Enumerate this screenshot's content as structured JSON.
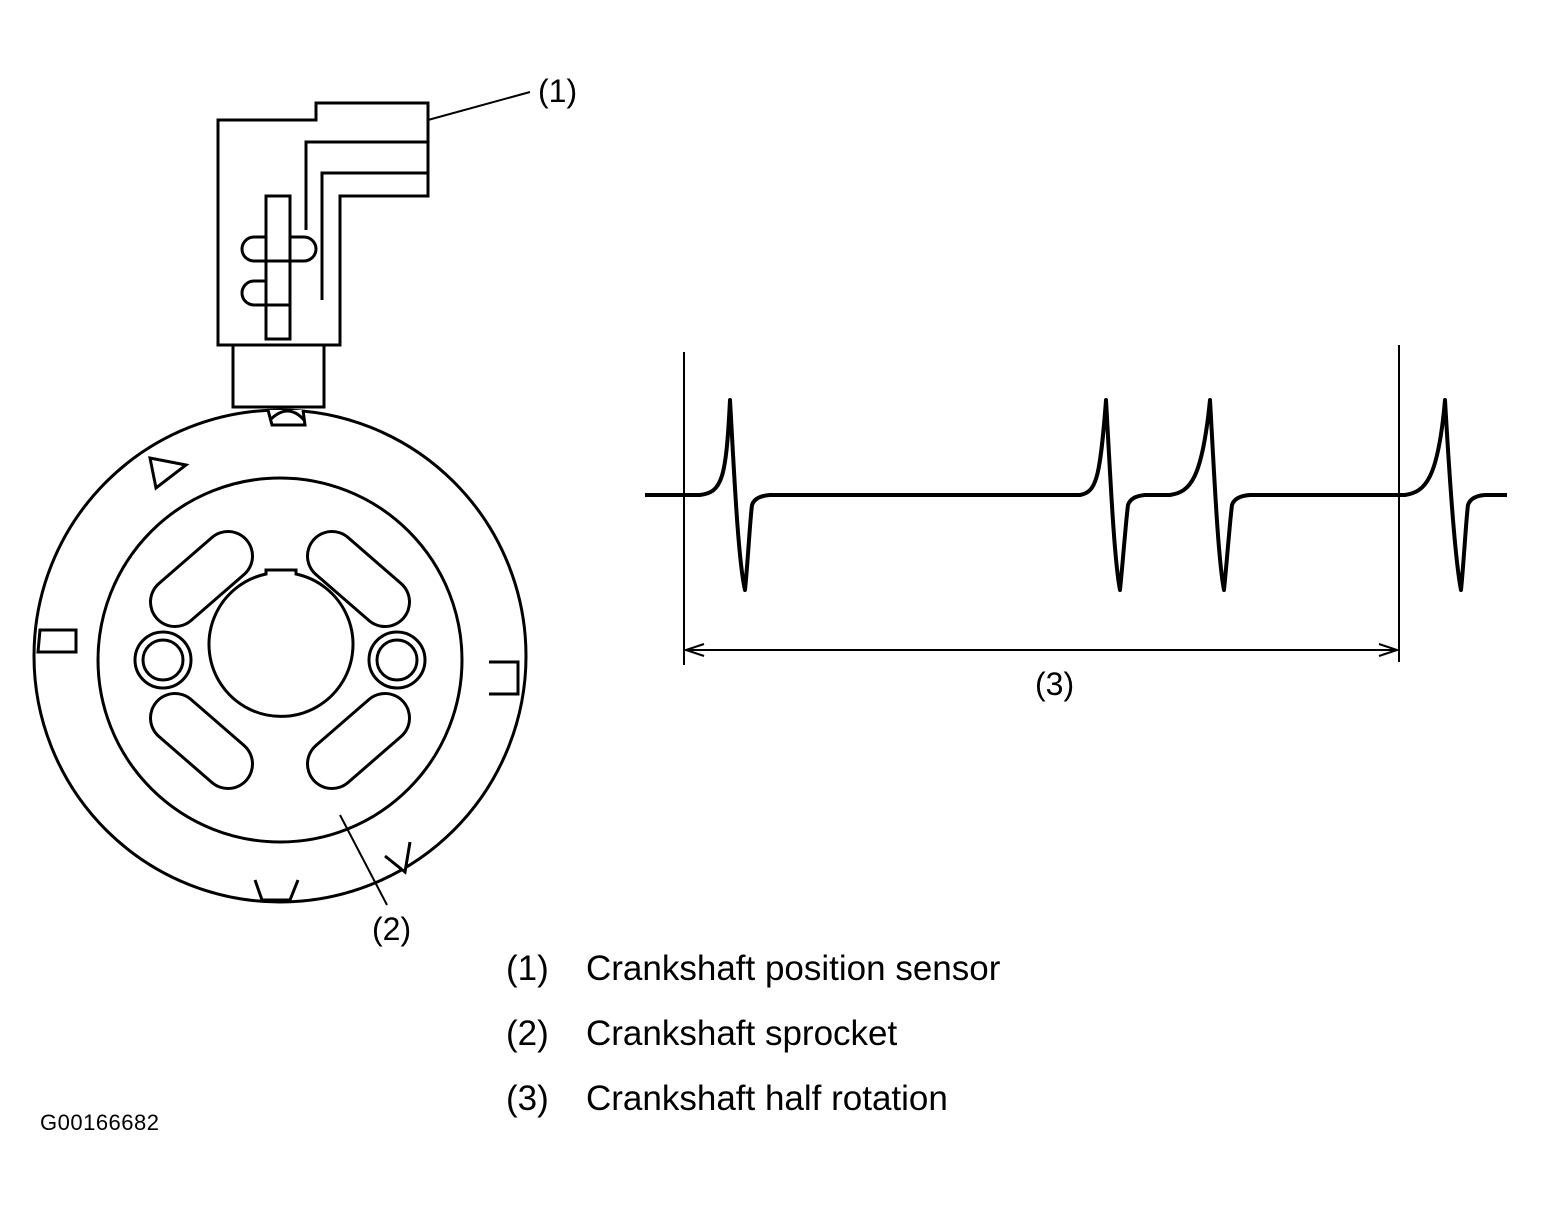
{
  "callouts": {
    "sensor": "(1)",
    "sprocket": "(2)",
    "half_rotation": "(3)"
  },
  "legend": [
    {
      "num": "(1)",
      "text": "Crankshaft position sensor"
    },
    {
      "num": "(2)",
      "text": "Crankshaft sprocket"
    },
    {
      "num": "(3)",
      "text": "Crankshaft half rotation"
    }
  ],
  "figure_id": "G00166682",
  "colors": {
    "line": "#000000",
    "background": "#ffffff"
  }
}
